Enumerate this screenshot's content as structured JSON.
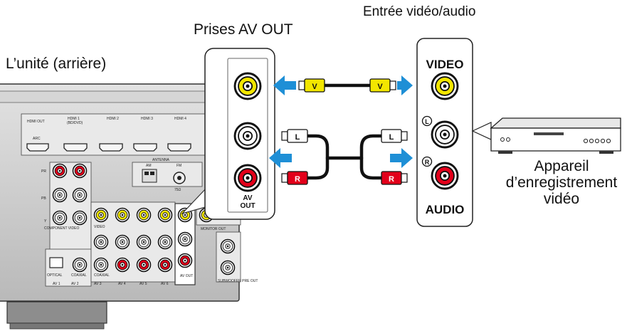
{
  "labels": {
    "unit_rear": "L’unité (arrière)",
    "av_out_jacks": "Prises AV OUT",
    "video_audio_input": "Entrée vidéo/audio",
    "recording_device_line1": "Appareil",
    "recording_device_line2": "d’enregistrement",
    "recording_device_line3": "vidéo"
  },
  "unit_panel": {
    "hdmi_out": "HDMI OUT",
    "arc": "ARC",
    "hdmi1": "HDMI 1",
    "hdmi1_sub": "(BD/DVD)",
    "hdmi2": "HDMI 2",
    "hdmi3": "HDMI 3",
    "hdmi4": "HDMI 4",
    "antenna": "ANTENNA",
    "am": "AM",
    "fm": "FM",
    "ohms": "75Ω",
    "pr": "PR",
    "pb": "PB",
    "y": "Y",
    "component_video": "COMPONENT VIDEO",
    "video": "VIDEO",
    "optical": "OPTICAL",
    "coaxial": "COAXIAL",
    "av1": "AV 1",
    "av2": "AV 2",
    "av3": "AV 3",
    "av4": "AV 4",
    "av5": "AV 5",
    "av6": "AV 6",
    "av_out": "AV OUT",
    "monitor_out": "MONITOR OUT",
    "subwoofer_pre_out": "SUBWOOFER PRE OUT"
  },
  "zoom_panel": {
    "av": "AV",
    "out": "OUT"
  },
  "cable": {
    "v": "V",
    "l": "L",
    "r": "R"
  },
  "device_panel": {
    "video": "VIDEO",
    "audio": "AUDIO",
    "l": "L",
    "r": "R"
  },
  "colors": {
    "video_jack": "#f2e600",
    "white_jack": "#ffffff",
    "red_jack": "#e2001a",
    "arrow": "#1e8fd6",
    "unit_body": "#c8c8c8",
    "plug_yellow": "#f2e600",
    "plug_red": "#e2001a"
  }
}
